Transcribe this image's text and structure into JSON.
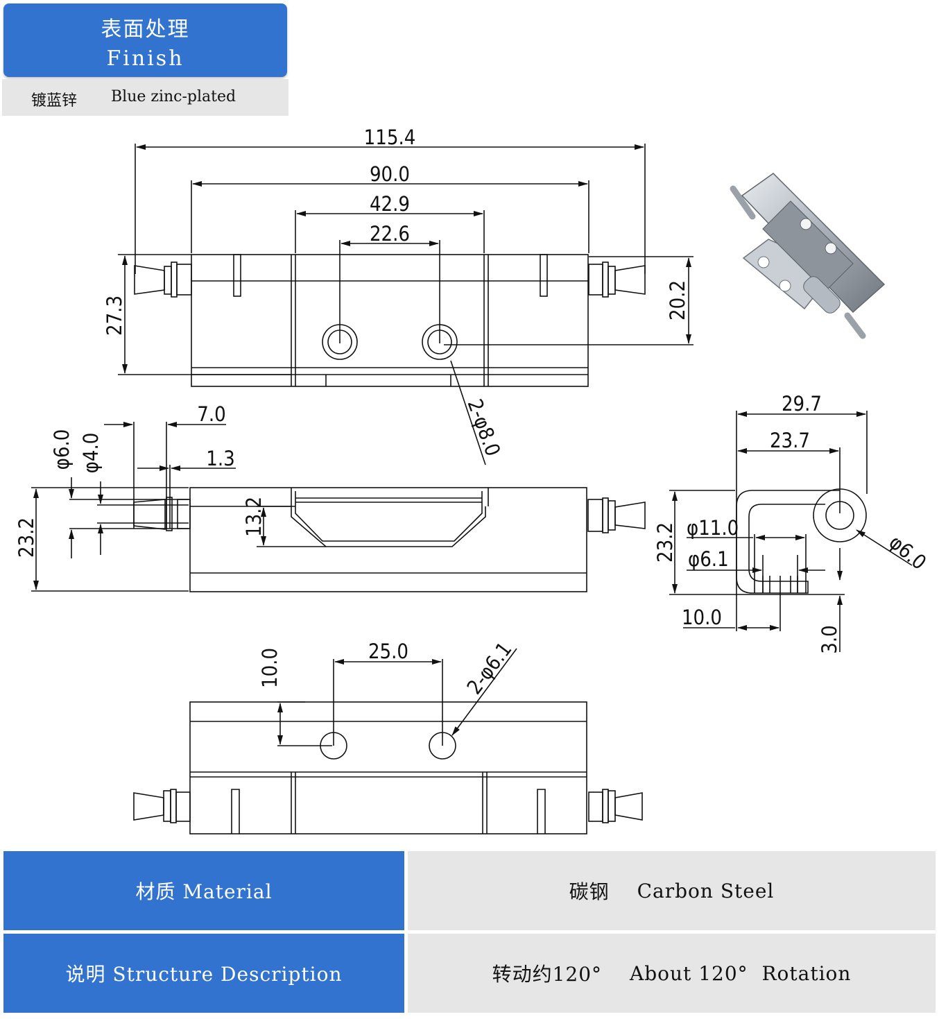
{
  "finish": {
    "title_cn": "表面处理",
    "title_en": "Finish",
    "value_cn": "镀蓝锌",
    "value_en": "Blue zinc-plated"
  },
  "dimensions": {
    "top_view": {
      "overall_length": "115.4",
      "knuckle_length": "90.0",
      "middle_knuckle": "42.9",
      "hole_spacing": "22.6",
      "overall_height": "27.3",
      "leaf_height": "20.2",
      "hole_callout": "2-φ8.0"
    },
    "side_view": {
      "pin_length": "7.0",
      "collar_width": "1.3",
      "pin_head_dia": "φ6.0",
      "pin_dia": "φ4.0",
      "height": "23.2",
      "recess_depth": "13.2"
    },
    "end_view": {
      "outer_width": "29.7",
      "inner_width": "23.7",
      "height": "23.2",
      "counterbore_dia": "φ11.0",
      "hole_dia": "φ6.1",
      "knuckle_dia": "φ6.0",
      "edge_offset": "10.0",
      "thickness": "3.0"
    },
    "bottom_view": {
      "hole_spacing": "25.0",
      "edge_offset": "10.0",
      "hole_callout": "2-φ6.1"
    }
  },
  "specs": [
    {
      "label": "材质 Material",
      "value_cn": "碳钢",
      "value_en": "Carbon Steel"
    },
    {
      "label": "说明 Structure Description",
      "value_cn": "转动约120°",
      "value_en": "About 120°  Rotation"
    }
  ]
}
